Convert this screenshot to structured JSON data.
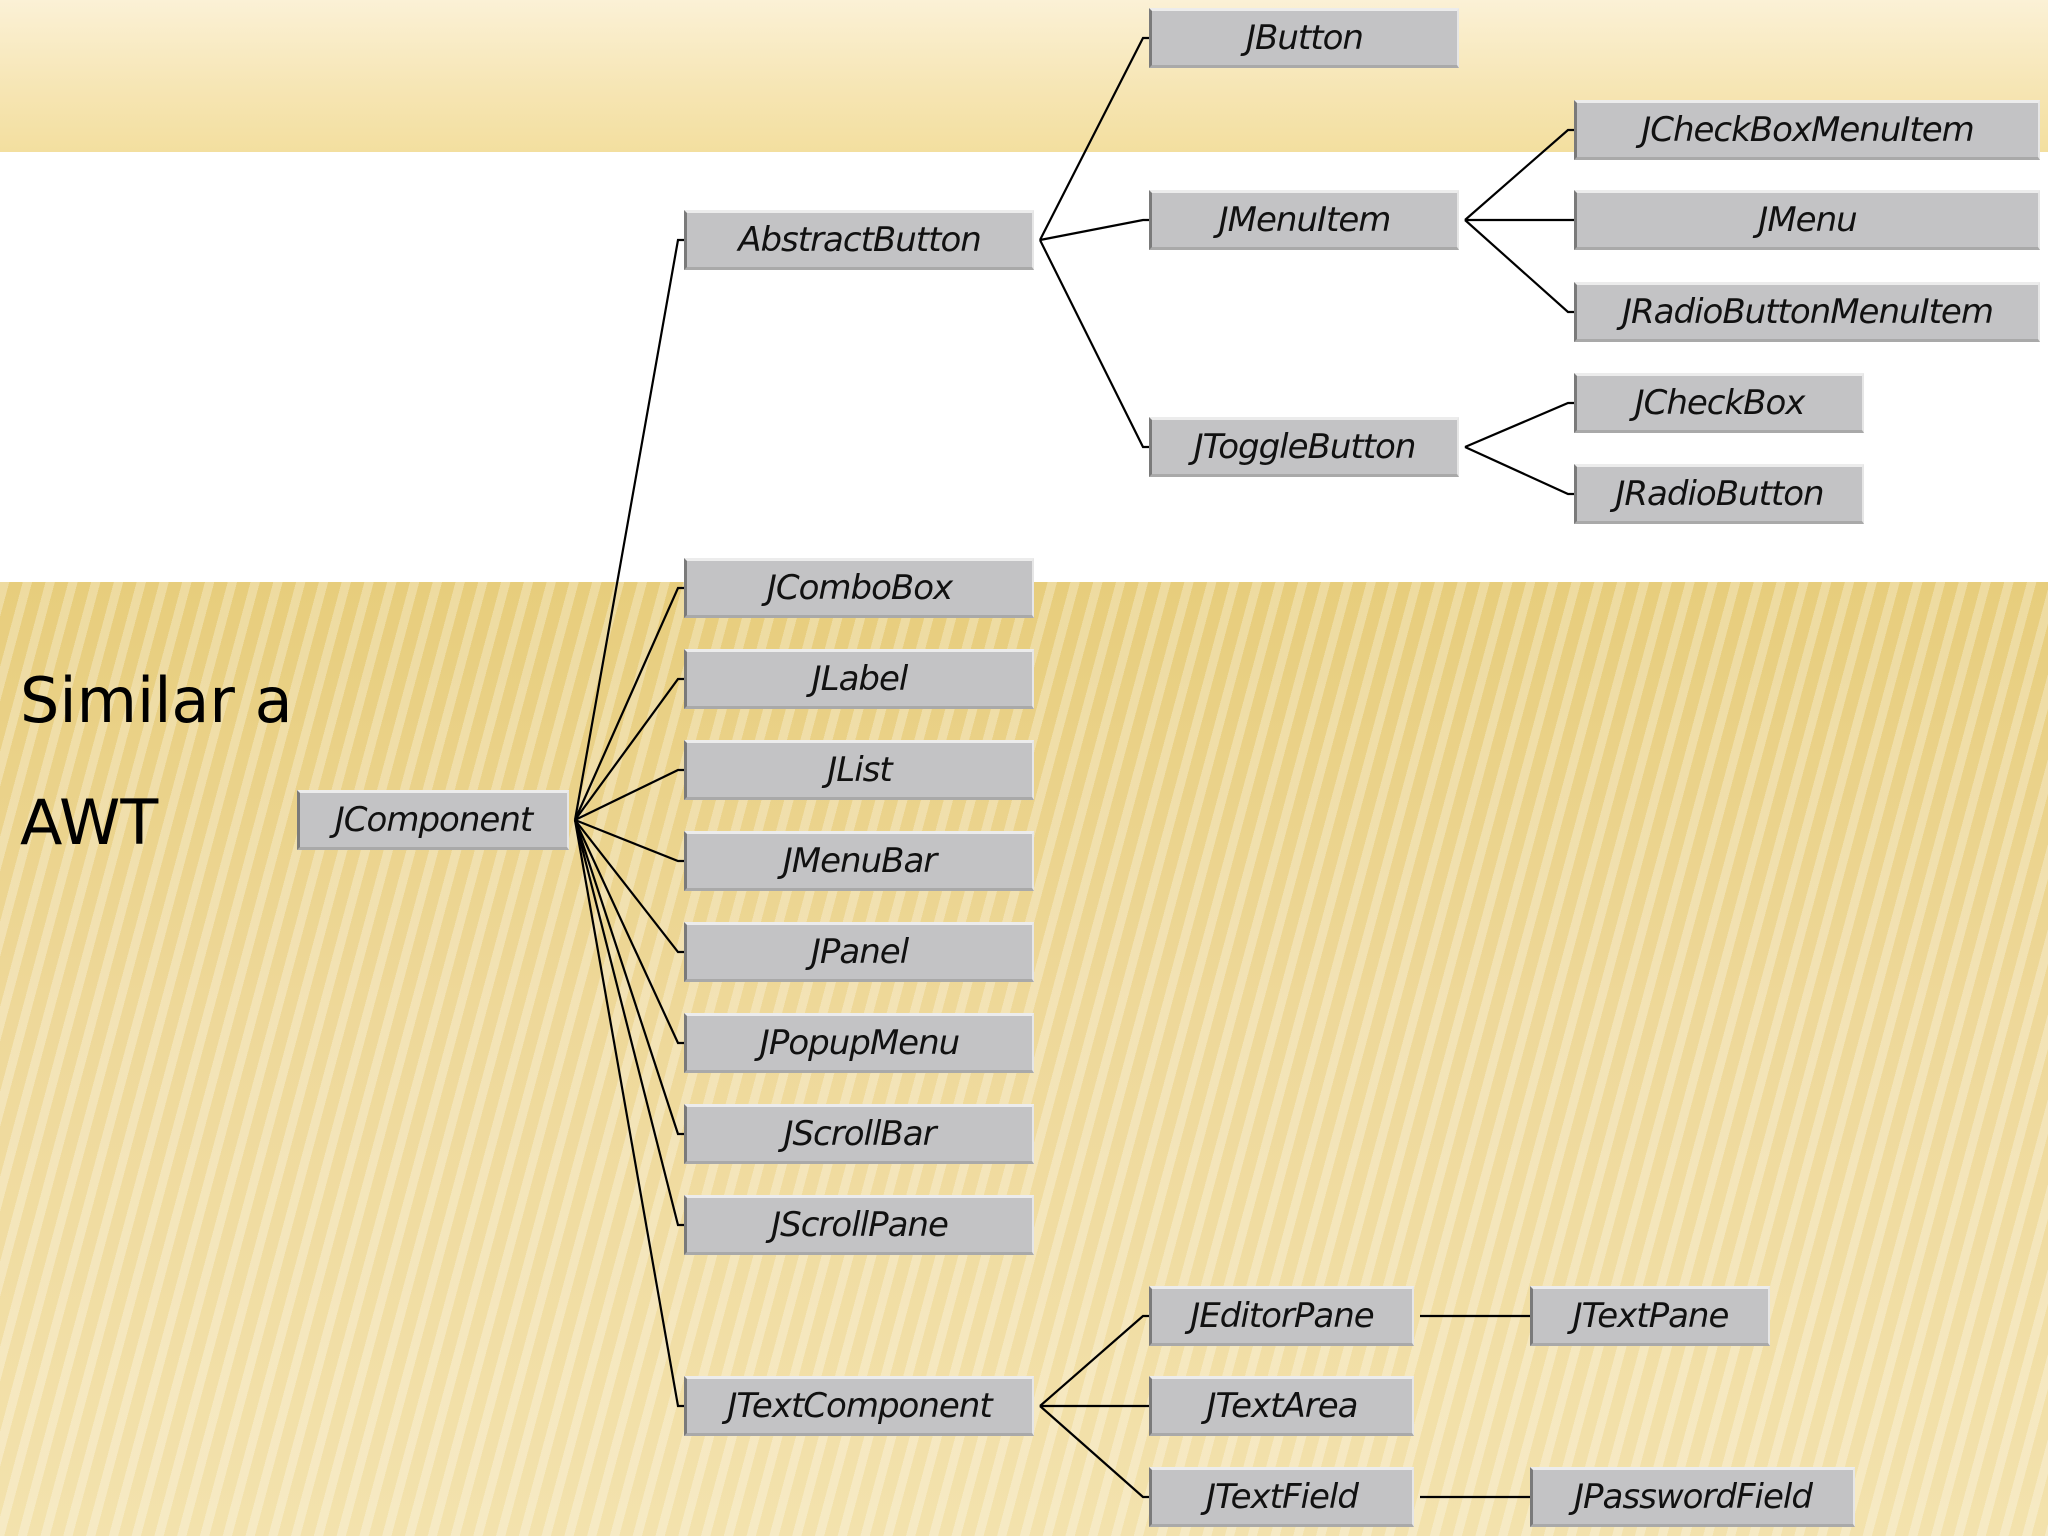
{
  "side_text": {
    "line1": "Similar a",
    "line2": "AWT"
  },
  "nodes": {
    "jcomponent": "JComponent",
    "abstractbutton": "AbstractButton",
    "jbutton": "JButton",
    "jmenuitem": "JMenuItem",
    "jcheckboxmenuitem": "JCheckBoxMenuItem",
    "jmenu": "JMenu",
    "jradiobuttonmenuitem": "JRadioButtonMenuItem",
    "jtogglebutton": "JToggleButton",
    "jcheckbox": "JCheckBox",
    "jradiobutton": "JRadioButton",
    "jcombobox": "JComboBox",
    "jlabel": "JLabel",
    "jlist": "JList",
    "jmenubar": "JMenuBar",
    "jpanel": "JPanel",
    "jpopupmenu": "JPopupMenu",
    "jscrollbar": "JScrollBar",
    "jscrollpane": "JScrollPane",
    "jtextcomponent": "JTextComponent",
    "jeditorpane": "JEditorPane",
    "jtextarea": "JTextArea",
    "jtextfield": "JTextField",
    "jtextpane": "JTextPane",
    "jpasswordfield": "JPasswordField"
  }
}
